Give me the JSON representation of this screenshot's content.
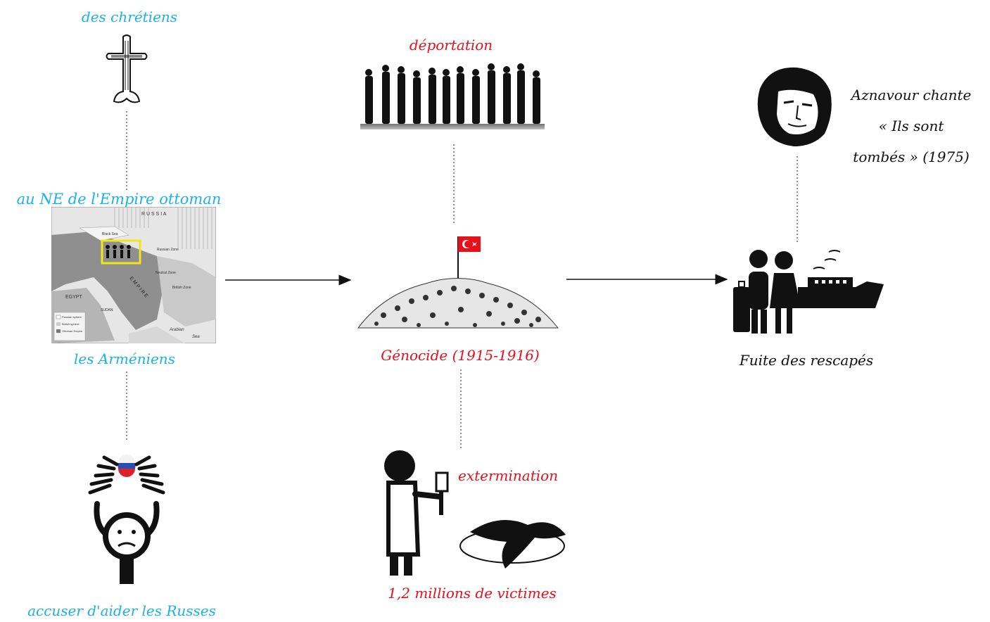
{
  "labels": {
    "chretiens": "des chrétiens",
    "empire": "au NE de l'Empire ottoman",
    "armeniens": "les Arméniens",
    "russes": "accuser d'aider les Russes",
    "deportation": "déportation",
    "genocide": "Génocide (1915-1916)",
    "extermination": "extermination",
    "victimes": "1,2 millions de victimes",
    "fuite": "Fuite des rescapés",
    "aznavour_1": "Aznavour chante",
    "aznavour_2": "« Ils sont",
    "aznavour_3": "tombés » (1975)"
  },
  "map_labels": {
    "russia": "R U S S I A",
    "egypt": "EGYPT",
    "arabian_sea": "Arabian",
    "sea": "Sea",
    "sudan": "SUDAN",
    "empire": "E M P I R E",
    "neutral_zone": "Neutral Zone",
    "british_zone": "British Zone",
    "russian_zone": "Russian Zone",
    "black_sea": "Black Sea",
    "legend_1": "Russian sphere",
    "legend_2": "British sphere",
    "legend_3": "Ottoman Empire"
  },
  "colors": {
    "cyan": "#1ab2e8",
    "red": "#e8101a",
    "black": "#111111",
    "highlight": "#f2e616"
  },
  "icons": [
    "armenian-cross-icon",
    "ottoman-map",
    "deportation-silhouettes-icon",
    "skull-pile-with-flag-icon",
    "executioner-icon",
    "refugees-with-ship-icon",
    "aznavour-portrait",
    "worried-person-icon"
  ]
}
